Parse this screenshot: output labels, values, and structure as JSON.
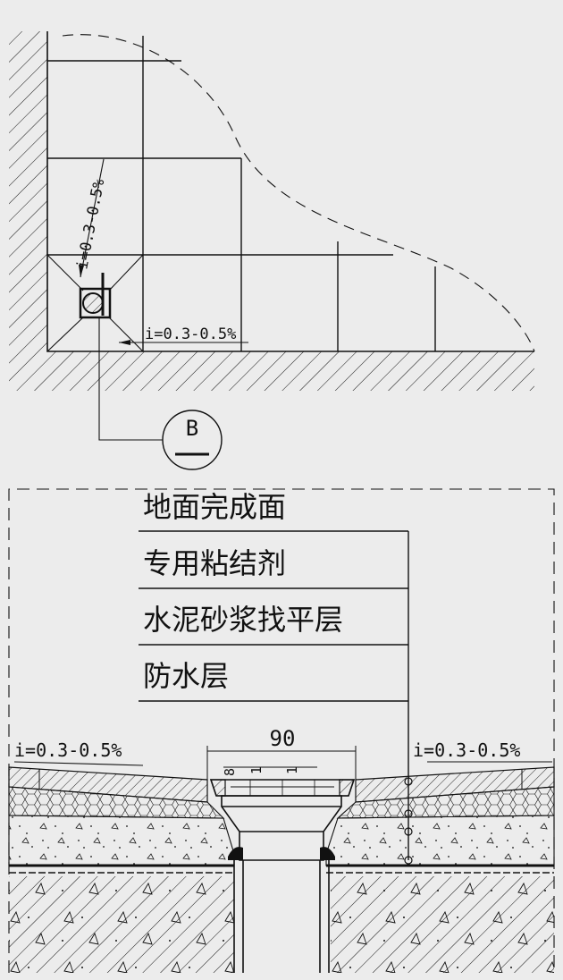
{
  "plan": {
    "slope_vertical": "i=0.3-0.5%",
    "slope_horizontal": "i=0.3-0.5%",
    "detail_marker": "B"
  },
  "section": {
    "layers": [
      "地面完成面",
      "专用粘结剂",
      "水泥砂浆找平层",
      "防水层"
    ],
    "slope_left": "i=0.3-0.5%",
    "slope_right": "i=0.3-0.5%",
    "dimension_width": "90",
    "dimension_small_left": "8",
    "dimension_small_mid": "1",
    "dimension_small_right": "1"
  },
  "colors": {
    "background": "#ececec",
    "line": "#111111"
  }
}
